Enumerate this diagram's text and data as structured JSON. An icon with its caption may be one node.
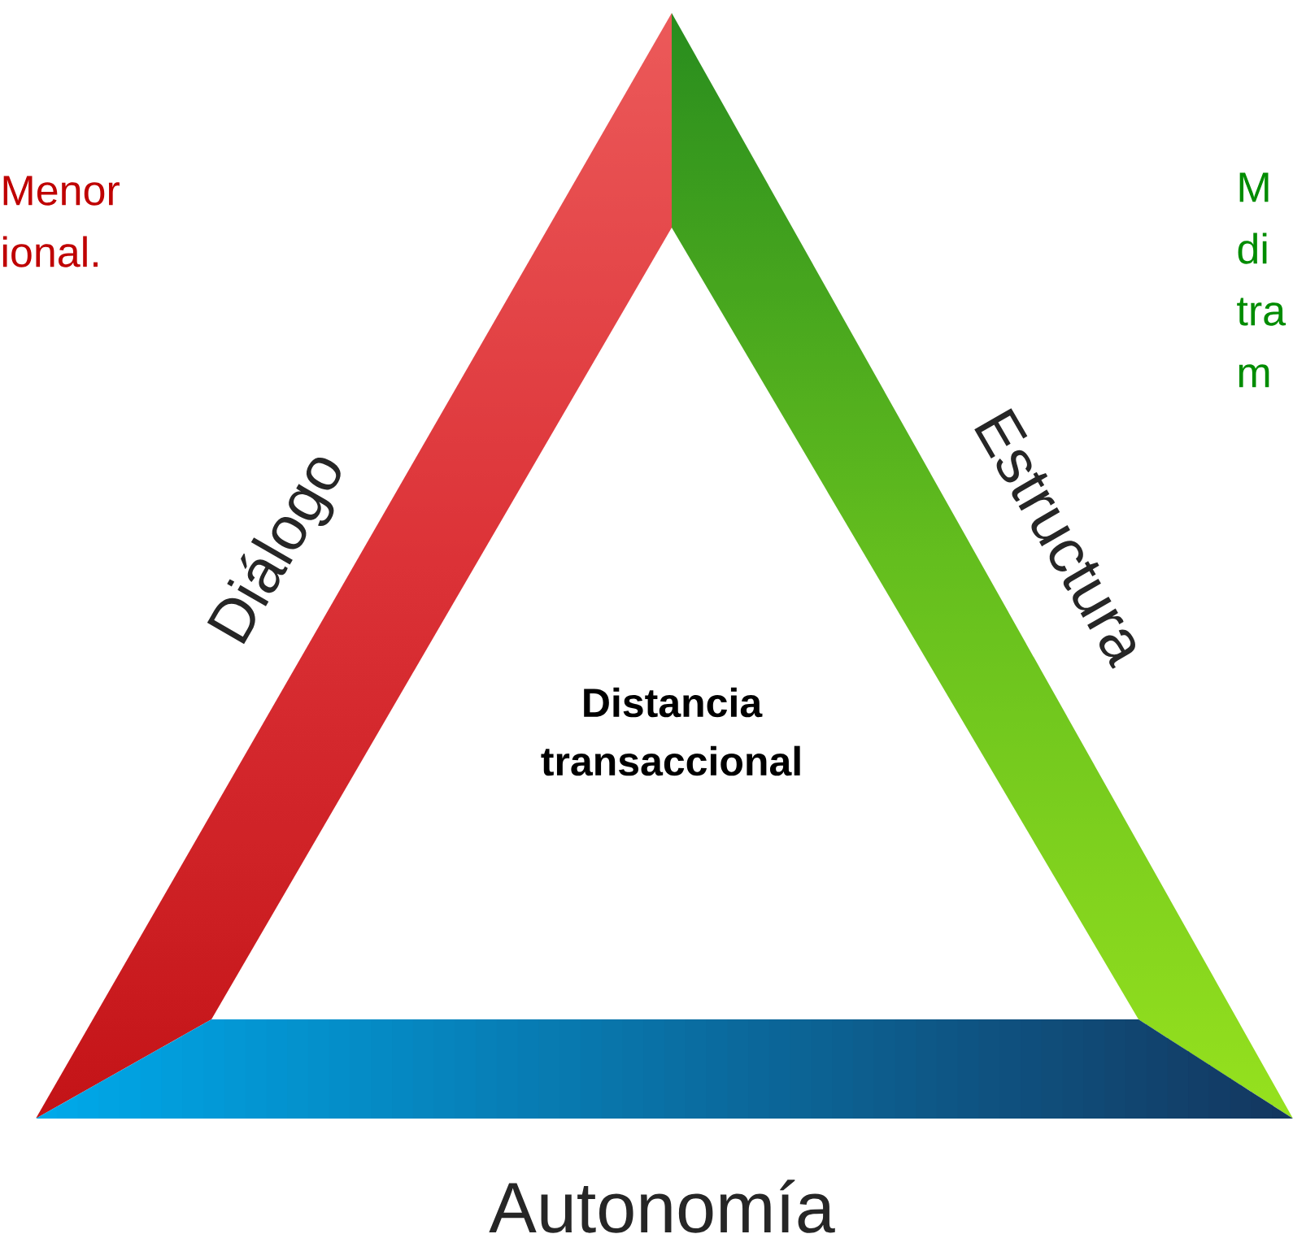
{
  "diagram": {
    "nodes": [
      {
        "text": [
          "Distancia transaccional"
        ]
      },
      {
        "text": [
          "Diálogo"
        ]
      },
      {
        "text": [
          "Estructura"
        ]
      },
      {
        "text": [
          "Autonomía"
        ]
      }
    ],
    "labels": [
      "Menor ional.",
      "M di tra m"
    ]
  }
}
